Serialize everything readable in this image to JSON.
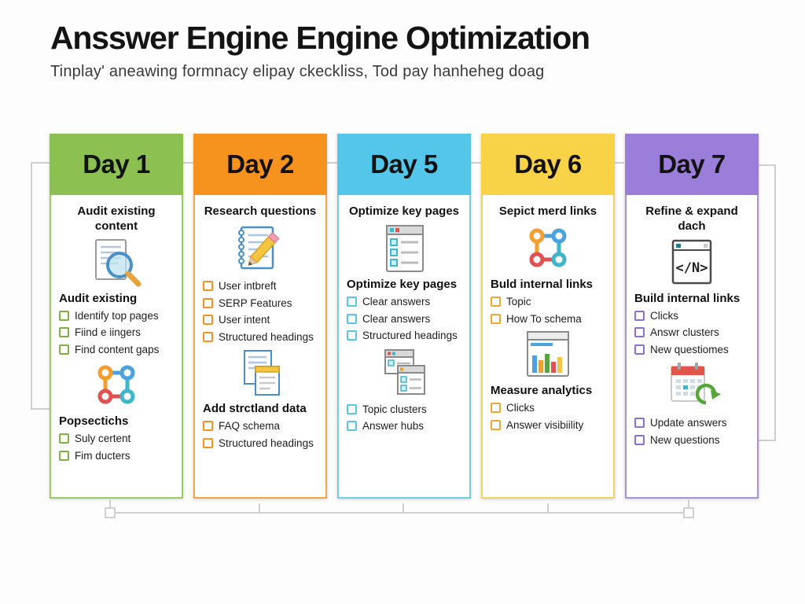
{
  "title": "Ansswer Engine Engine Optimization",
  "subtitle": "Tinplay' aneawing formnacy elipay ckeckliss, Tod pay hanheheg doag",
  "code_glyph": "</N>",
  "connector_color": "#cfcfcf",
  "columns": [
    {
      "day": "Day 1",
      "heading": "Audit existing content",
      "theme": {
        "header": "#8cc152",
        "border": "#9bcb63",
        "check": "#7cb342"
      },
      "sections": [
        {
          "icon": "doc-magnifier",
          "title": "Audit existing",
          "items": [
            "Identify top pages",
            "Fiind e iingers",
            "Find content gaps"
          ]
        },
        {
          "icon": "network-nodes",
          "title": "Popsectichs",
          "items": [
            "Suly certent",
            "Fim ducters"
          ]
        }
      ]
    },
    {
      "day": "Day 2",
      "heading": "Research questions",
      "theme": {
        "header": "#f6921e",
        "border": "#f6a63d",
        "check": "#f6921e"
      },
      "sections": [
        {
          "icon": "notebook-pencil",
          "title": "",
          "items": [
            "User intbreft",
            "SERP Features",
            "User intent",
            "Structured headings"
          ]
        },
        {
          "icon": "doc-stack",
          "title": "Add strctland data",
          "items": [
            "FAQ schema",
            "Structured headings"
          ]
        }
      ]
    },
    {
      "day": "Day 5",
      "heading": "Optimize key pages",
      "theme": {
        "header": "#54c6ea",
        "border": "#6fd0ee",
        "check": "#54c6ea"
      },
      "sections": [
        {
          "icon": "browser-list",
          "title": "Optimize key pages",
          "items": [
            "Clear answers",
            "Clear answers",
            "Structured headings"
          ]
        },
        {
          "icon": "windows-stack",
          "title": "",
          "items": [
            "Topic clusters",
            "Answer hubs"
          ]
        }
      ]
    },
    {
      "day": "Day 6",
      "heading": "Sepict merd links",
      "theme": {
        "header": "#f8d348",
        "border": "#f3d35e",
        "check": "#f0a72d"
      },
      "sections": [
        {
          "icon": "network-nodes",
          "title": "Buld internal links",
          "items": [
            "Topic",
            "How To schema"
          ]
        },
        {
          "icon": "bar-chart",
          "title": "Measure analytics",
          "items": [
            "Clicks",
            "Answer visibiility"
          ]
        }
      ]
    },
    {
      "day": "Day 7",
      "heading": "Refine & expand dach",
      "theme": {
        "header": "#9b7ed9",
        "border": "#a98fe0",
        "check": "#8d6fd1"
      },
      "sections": [
        {
          "icon": "code-window",
          "title": "Build internal links",
          "items": [
            "Clicks",
            "Answr clusters",
            "New questiomes"
          ]
        },
        {
          "icon": "calendar-refresh",
          "title": "",
          "items": [
            "Update answers",
            "New questions"
          ]
        }
      ]
    }
  ]
}
